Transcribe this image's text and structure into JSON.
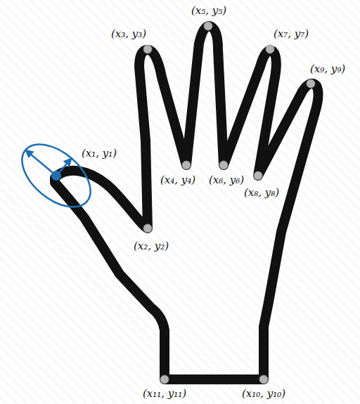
{
  "diagram": {
    "labels": [
      "(x₁, y₁)",
      "(x₂, y₂)",
      "(x₃, y₃)",
      "(x₄, y₄)",
      "(x₅, y₅)",
      "(x₆, y₆)",
      "(x₇, y₇)",
      "(x₈, y₈)",
      "(x₉, y₉)",
      "(x₁₀, y₁₀)",
      "(x₁₁, y₁₁)"
    ]
  }
}
